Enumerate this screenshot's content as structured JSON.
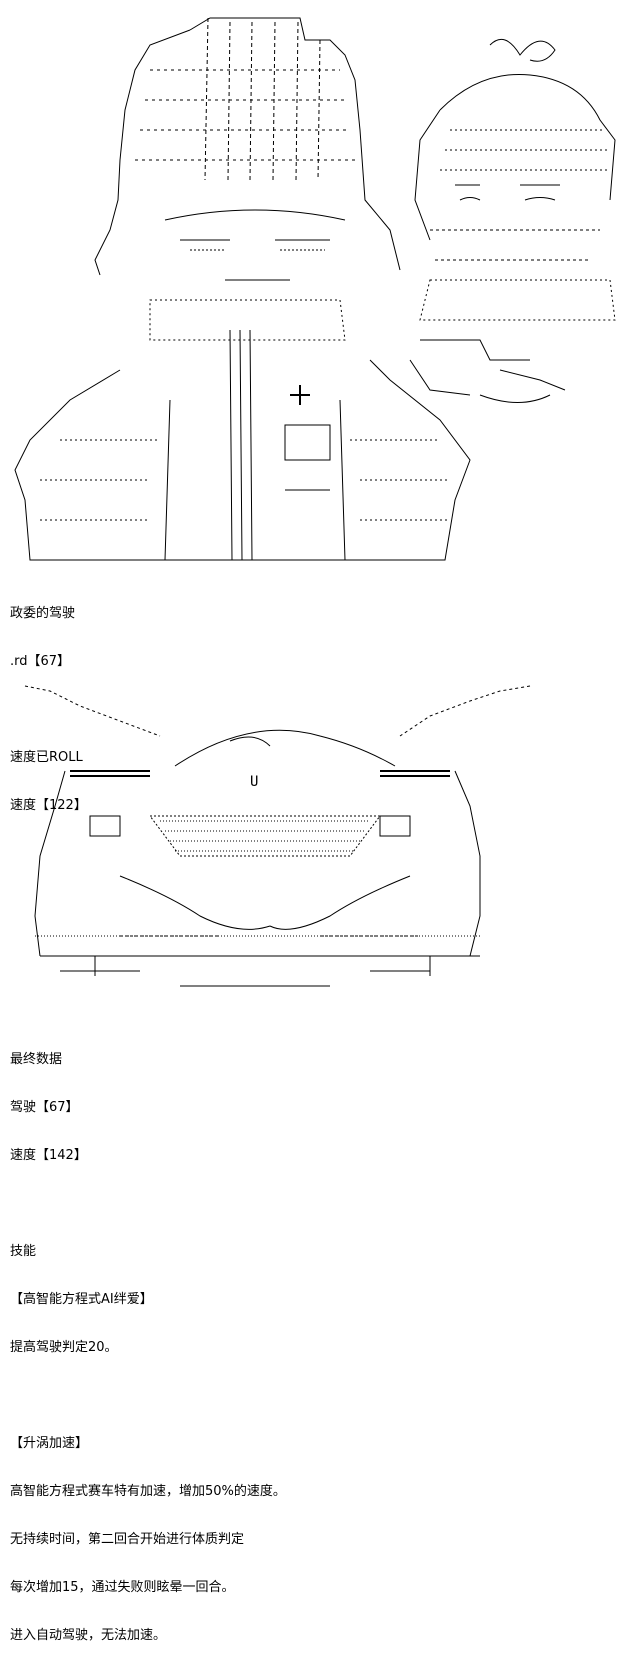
{
  "section1": {
    "lines": [
      "政委的驾驶",
      ".rd【67】",
      "",
      "速度已ROLL",
      "速度【122】"
    ]
  },
  "section2": {
    "lines": [
      "最终数据",
      "驾驶【67】",
      "速度【142】",
      "",
      "技能",
      "【高智能方程式AI绊爱】",
      "提高驾驶判定20。",
      "",
      "【升涡加速】",
      "高智能方程式赛车特有加速，增加50%的速度。",
      "无持续时间，第二回合开始进行体质判定",
      "每次增加15，通过失败则眩晕一回合。",
      "进入自动驾驶，无法加速。"
    ]
  },
  "art": {
    "top_illustration": "ascii-art-characters",
    "car_illustration": "ascii-art-race-car"
  }
}
